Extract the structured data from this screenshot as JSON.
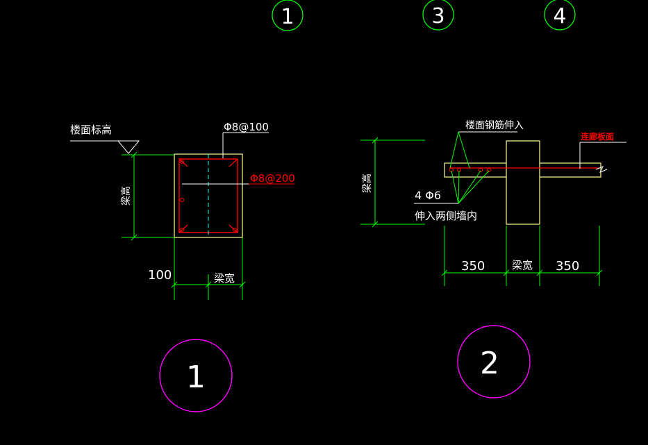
{
  "colors": {
    "background": "#000000",
    "dimension": "#00ff00",
    "outline": "#ffff99",
    "rebar": "#ff0000",
    "text": "#ffffff",
    "detail_circle": "#ff00ff",
    "grid_circle": "#00ff00",
    "leader": "#ffffff",
    "centerline": "#00ffff"
  },
  "grid_bubbles": [
    "1",
    "3",
    "4"
  ],
  "detail_1": {
    "label_floor_level": "楼面标高",
    "label_stirrup": "Φ8@100",
    "label_hoop": "Φ8@200",
    "label_beam_height": "梁高",
    "dim_offset": "100",
    "dim_beam_width": "梁宽",
    "detail_number": "1"
  },
  "detail_2": {
    "label_floor_rebar": "楼面钢筋伸入",
    "label_corridor_slab": "连廊板面",
    "label_beam_height": "梁高",
    "label_bars": "4 Φ6",
    "label_extend": "伸入两侧墙内",
    "dim_left": "350",
    "dim_beam_width": "梁宽",
    "dim_right": "350",
    "detail_number": "2"
  }
}
